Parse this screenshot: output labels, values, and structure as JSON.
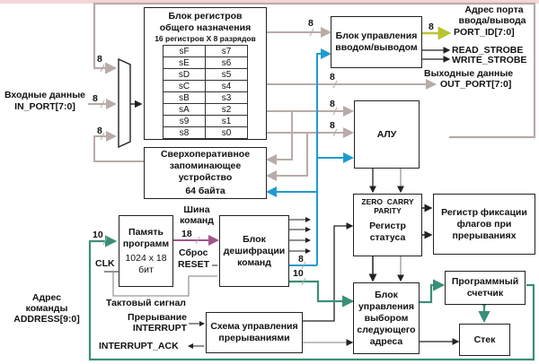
{
  "blocks": {
    "register_file": {
      "title_line1": "Блок регистров",
      "title_line2": "общего назначения",
      "subtitle": "16 регистров X 8 разрядов",
      "registers": [
        [
          "sF",
          "s7"
        ],
        [
          "sE",
          "s6"
        ],
        [
          "sD",
          "s5"
        ],
        [
          "sC",
          "s4"
        ],
        [
          "sB",
          "s3"
        ],
        [
          "sA",
          "s2"
        ],
        [
          "s9",
          "s1"
        ],
        [
          "s8",
          "s0"
        ]
      ]
    },
    "scratchpad": {
      "line1": "Сверхоперативное",
      "line2": "запоминающее",
      "line3": "устройство",
      "line4": "64 байта"
    },
    "io_control": {
      "line1": "Блок управления",
      "line2": "вводом/выводом"
    },
    "alu": {
      "label": "АЛУ"
    },
    "program_memory": {
      "line1": "Память",
      "line2": "программ",
      "line3": "1024 x 18",
      "line4": "бит"
    },
    "instruction_decoder": {
      "line1": "Блок",
      "line2": "дешифрации",
      "line3": "команд"
    },
    "status_register": {
      "flags_line1": "ZERO  CARRY",
      "flags_line2": "PARITY",
      "line1": "Регистр",
      "line2": "статуса"
    },
    "interrupt_flags": {
      "line1": "Регистр фиксации",
      "line2": "флагов при",
      "line3": "прерываниях"
    },
    "next_address": {
      "line1": "Блок",
      "line2": "управления",
      "line3": "выбором",
      "line4": "следующего",
      "line5": "адреса"
    },
    "program_counter": {
      "line1": "Программный",
      "line2": "счетчик"
    },
    "stack": {
      "label": "Стек"
    },
    "interrupt_control": {
      "line1": "Схема управления",
      "line2": "прерываниями"
    }
  },
  "signals": {
    "in_port_label": "Входные данные",
    "in_port": "IN_PORT[7:0]",
    "port_id_label_1": "Адрес порта",
    "port_id_label_2": "ввода/вывода",
    "port_id": "PORT_ID[7:0]",
    "read_strobe": "READ_STROBE",
    "write_strobe": "WRITE_STROBE",
    "out_port_label": "Выходные данные",
    "out_port": "OUT_PORT[7:0]",
    "instr_bus_1": "Шина",
    "instr_bus_2": "команд",
    "reset_label": "Сброс",
    "reset": "RESET",
    "clk": "CLK",
    "clock_label": "Тактовый сигнал",
    "interrupt_label": "Прерывание",
    "interrupt": "INTERRUPT",
    "interrupt_ack": "INTERRUPT_ACK",
    "address_label_1": "Адрес",
    "address_label_2": "команды",
    "address": "ADDRESS[9:0]"
  },
  "bus_widths": {
    "mux_top": "8",
    "mux_mid": "8",
    "mux_bot": "8",
    "io_in": "8",
    "port_id": "8",
    "out_port": "8",
    "alu_a": "8",
    "alu_b": "8",
    "address_in": "10",
    "instr_bus": "18",
    "decoder_const": "8",
    "decoder_addr": "10"
  },
  "colors": {
    "gray_bus": "#b8aba8",
    "blue_bus": "#1f9bd1",
    "green_bus": "#3a8f78",
    "purple_bus": "#a0568a",
    "yellow_bus": "#b9c433",
    "black_wire": "#222222"
  }
}
